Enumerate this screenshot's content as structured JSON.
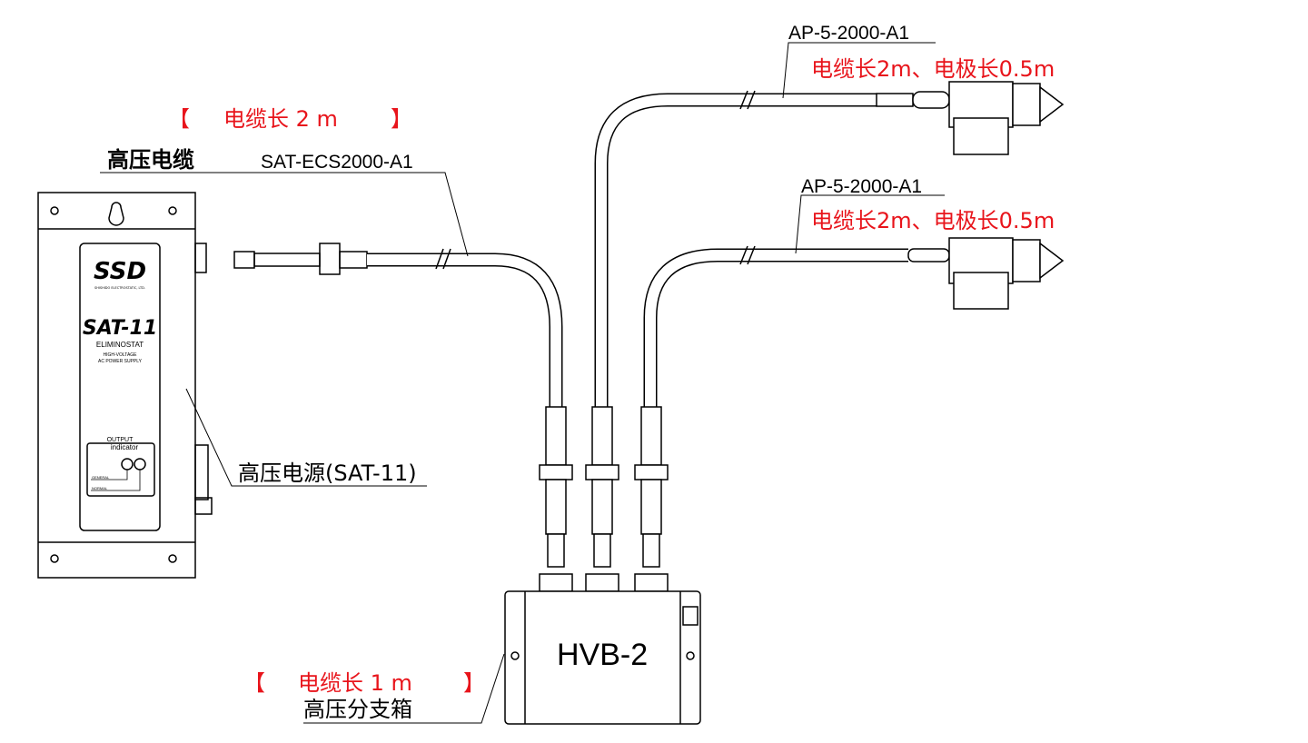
{
  "colors": {
    "accent_red": "#e8141b",
    "line": "#000000"
  },
  "power_supply": {
    "label": "高压电源(SAT-11)",
    "brand_logo": "SSD",
    "brand_sub": "SHISHIDO ELECTROSTATIC, LTD.",
    "model": "SAT-11",
    "product": "ELIMINOSTAT",
    "desc1": "HIGH-VOLTAGE",
    "desc2": "AC POWER SUPPLY",
    "indicator_title1": "OUTPUT",
    "indicator_title2": "indicator",
    "indicator_label1": "GENERAL",
    "indicator_label2": "NORMAL"
  },
  "cable_main": {
    "length_note_open": "【",
    "length_note": "电缆长 2 m",
    "length_note_close": "】",
    "label": "高压电缆",
    "model": "SAT-ECS2000-A1"
  },
  "branch_box": {
    "length_note_open": "【",
    "length_note": "电缆长 1 m",
    "length_note_close": "】",
    "label": "高压分支箱",
    "model": "HVB-2"
  },
  "electrodes": [
    {
      "model": "AP-5-2000-A1",
      "note": "电缆长2m、电极长0.5m"
    },
    {
      "model": "AP-5-2000-A1",
      "note": "电缆长2m、电极长0.5m"
    }
  ]
}
